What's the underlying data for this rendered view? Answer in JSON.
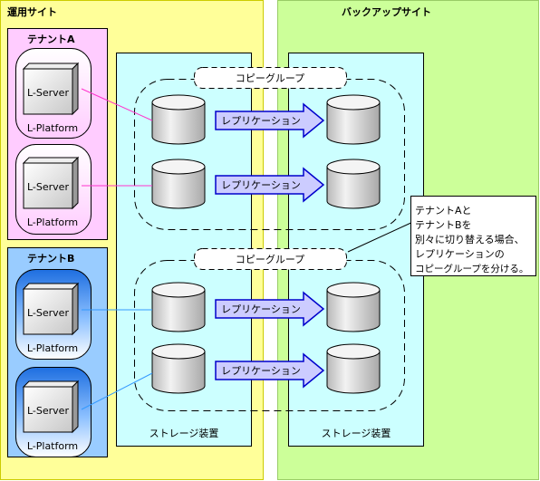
{
  "sites": {
    "primary": {
      "title": "運用サイト",
      "storage_label": "ストレージ装置"
    },
    "backup": {
      "title": "バックアップサイト",
      "storage_label": "ストレージ装置"
    }
  },
  "tenants": [
    {
      "title": "テナントA",
      "color": "#ffccff",
      "servers": [
        {
          "server_label": "L-Server",
          "platform_label": "L-Platform"
        },
        {
          "server_label": "L-Server",
          "platform_label": "L-Platform"
        }
      ]
    },
    {
      "title": "テナントB",
      "color": "#99ccff",
      "servers": [
        {
          "server_label": "L-Server",
          "platform_label": "L-Platform"
        },
        {
          "server_label": "L-Server",
          "platform_label": "L-Platform"
        }
      ]
    }
  ],
  "copy_groups": [
    {
      "label": "コピーグループ",
      "replications": [
        {
          "label": "レプリケーション"
        },
        {
          "label": "レプリケーション"
        }
      ]
    },
    {
      "label": "コピーグループ",
      "replications": [
        {
          "label": "レプリケーション"
        },
        {
          "label": "レプリケーション"
        }
      ]
    }
  ],
  "callout": {
    "lines": [
      "テナントAと",
      "テナントBを",
      "別々に切り替える場合、",
      "レプリケーションの",
      "コピーグループを分ける。"
    ]
  },
  "colors": {
    "primary_site": "#ffff99",
    "backup_site": "#ccff99",
    "storage": "#ccffff",
    "tenant_a_line": "#ff33cc",
    "tenant_b_line": "#3399ff",
    "arrow_fill": "#ccccff",
    "arrow_stroke": "#0000cc"
  }
}
